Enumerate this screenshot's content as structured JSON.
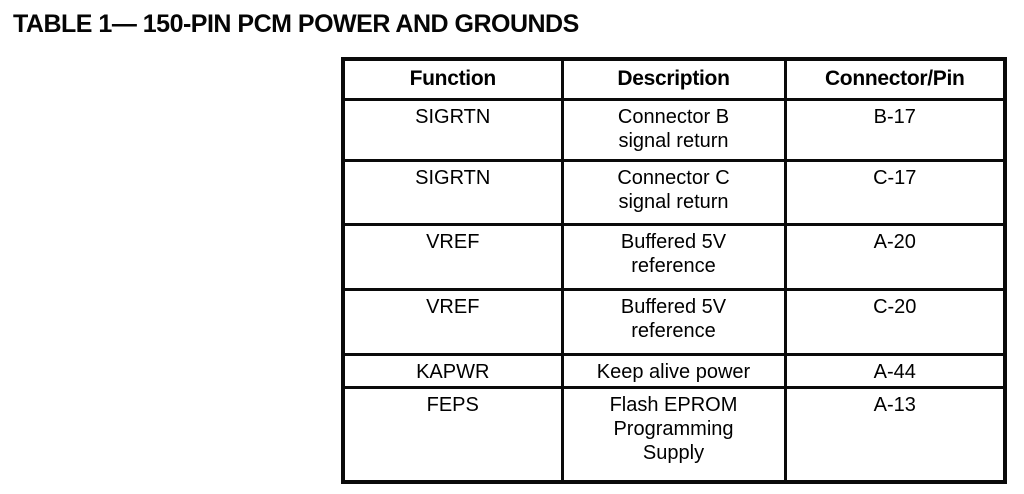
{
  "page": {
    "title": "TABLE 1— 150-PIN PCM POWER AND GROUNDS"
  },
  "table": {
    "headers": [
      "Function",
      "Description",
      "Connector/Pin"
    ],
    "rows": [
      {
        "function": "SIGRTN",
        "desc": [
          "Connector B",
          "signal return"
        ],
        "pin": "B-17"
      },
      {
        "function": "SIGRTN",
        "desc": [
          "Connector C",
          "signal return"
        ],
        "pin": "C-17"
      },
      {
        "function": "VREF",
        "desc": [
          "Buffered 5V",
          "reference"
        ],
        "pin": "A-20"
      },
      {
        "function": "VREF",
        "desc": [
          "Buffered 5V",
          "reference"
        ],
        "pin": "C-20"
      },
      {
        "function": "KAPWR",
        "desc": [
          "Keep alive power"
        ],
        "pin": "A-44"
      },
      {
        "function": "FEPS",
        "desc": [
          "Flash EPROM",
          "Programming",
          "Supply"
        ],
        "pin": "A-13"
      }
    ]
  }
}
